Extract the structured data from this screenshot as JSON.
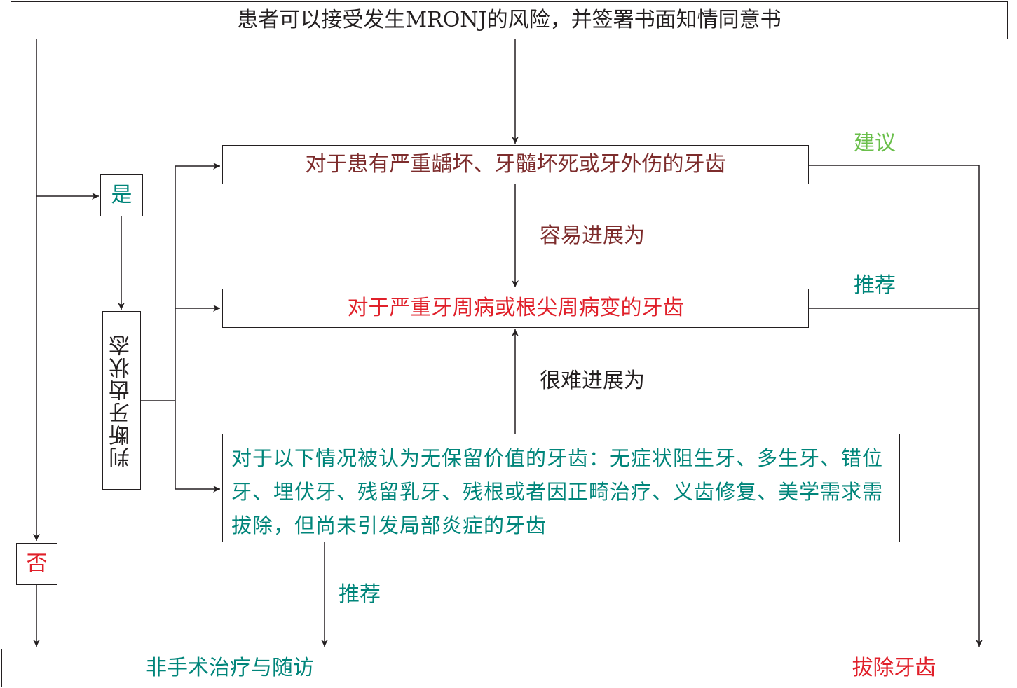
{
  "top_box": "患者可以接受发生MRONJ的风险，并签署书面知情同意书",
  "yes": "是",
  "no": "否",
  "judge": "判断牙齿状态",
  "box_caries": "对于患有严重龋坏、牙髓坏死或牙外伤的牙齿",
  "box_perio": "对于严重牙周病或根尖周病变的牙齿",
  "box_novalue": "对于以下情况被认为无保留价值的牙齿：无症状阻生牙、多生牙、错位牙、埋伏牙、残留乳牙、残根或者因正畸治疗、义齿修复、美学需求需拔除，但尚未引发局部炎症的牙齿",
  "easy_progress": "容易进展为",
  "hard_progress": "很难进展为",
  "suggest": "建议",
  "recommend_1": "推荐",
  "recommend_2": "推荐",
  "nonsurgical": "非手术治疗与随访",
  "extract": "拔除牙齿",
  "colors": {
    "dark": "#231f20",
    "brown": "#7d2c2c",
    "red": "#e0202a",
    "teal": "#00857a",
    "green": "#6abf4b"
  }
}
